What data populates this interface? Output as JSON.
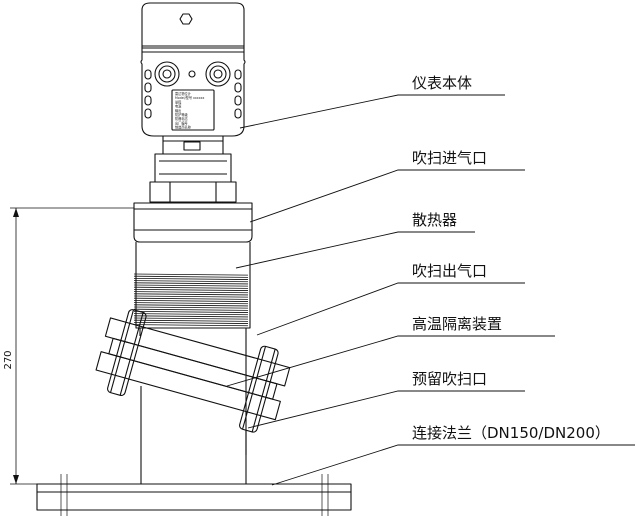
{
  "dimension": {
    "height_label": "270"
  },
  "nameplate": [
    "雷达物位计",
    "Model/型号 xxxxxx",
    "量程",
    "电源",
    "输出",
    "防护等级",
    "防爆标志",
    "出厂编号",
    "制造商名称"
  ],
  "callouts": [
    {
      "id": "instrument-body",
      "text": "仪表本体"
    },
    {
      "id": "purge-inlet",
      "text": "吹扫进气口"
    },
    {
      "id": "heat-sink",
      "text": "散热器"
    },
    {
      "id": "purge-outlet",
      "text": "吹扫出气口"
    },
    {
      "id": "isolation-device",
      "text": "高温隔离装置"
    },
    {
      "id": "reserved-purge-port",
      "text": "预留吹扫口"
    },
    {
      "id": "connection-flange",
      "text": "连接法兰（DN150/DN200）"
    }
  ]
}
